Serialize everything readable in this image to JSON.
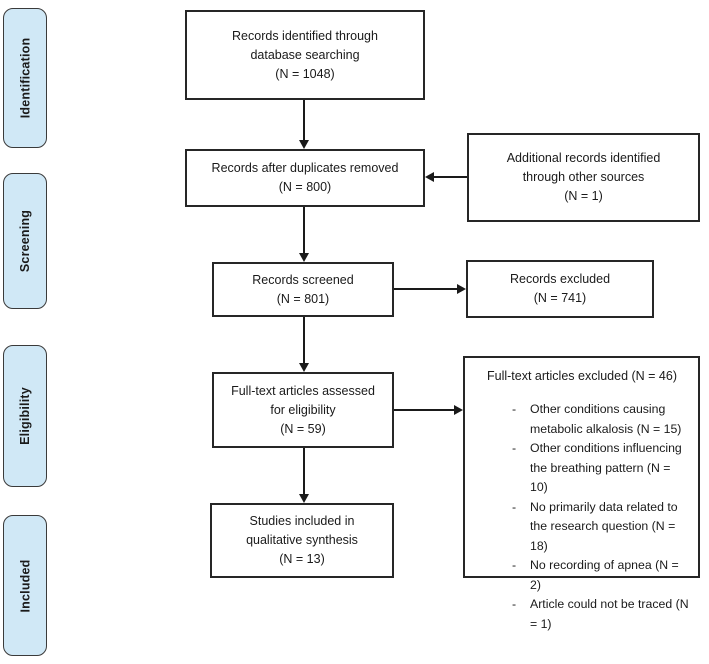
{
  "stages": {
    "identification": "Identification",
    "screening": "Screening",
    "eligibility": "Eligibility",
    "included": "Included"
  },
  "boxes": {
    "identified": {
      "line1": "Records identified through",
      "line2": "database searching",
      "line3": "(N = 1048)"
    },
    "additional_records": {
      "line1": "Additional records identified",
      "line2": "through other sources",
      "line3": "(N = 1)"
    },
    "duplicates_removed": {
      "line1": "Records after duplicates removed",
      "line2": "(N = 800)"
    },
    "screened": {
      "line1": "Records screened",
      "line2": "(N = 801)"
    },
    "records_excluded": {
      "line1": "Records excluded",
      "line2": "(N = 741)"
    },
    "fulltext_assessed": {
      "line1": "Full-text articles assessed",
      "line2": "for eligibility",
      "line3": "(N = 59)"
    },
    "fulltext_excluded": {
      "title": "Full-text articles excluded (N = 46)",
      "bullet": "-",
      "reasons": [
        "Other conditions causing metabolic alkalosis (N = 15)",
        "Other conditions influencing the breathing pattern (N = 10)",
        "No primarily data related to the research question (N = 18)",
        "No recording of apnea (N = 2)",
        "Article could not be traced (N = 1)"
      ]
    },
    "included_studies": {
      "line1": "Studies included in",
      "line2": "qualitative synthesis",
      "line3": "(N = 13)"
    }
  },
  "colors": {
    "stage_fill": "#d0e8f6",
    "stage_border": "#3a3a3a",
    "box_border": "#262626",
    "arrow": "#1a1a1a",
    "background": "#ffffff"
  }
}
